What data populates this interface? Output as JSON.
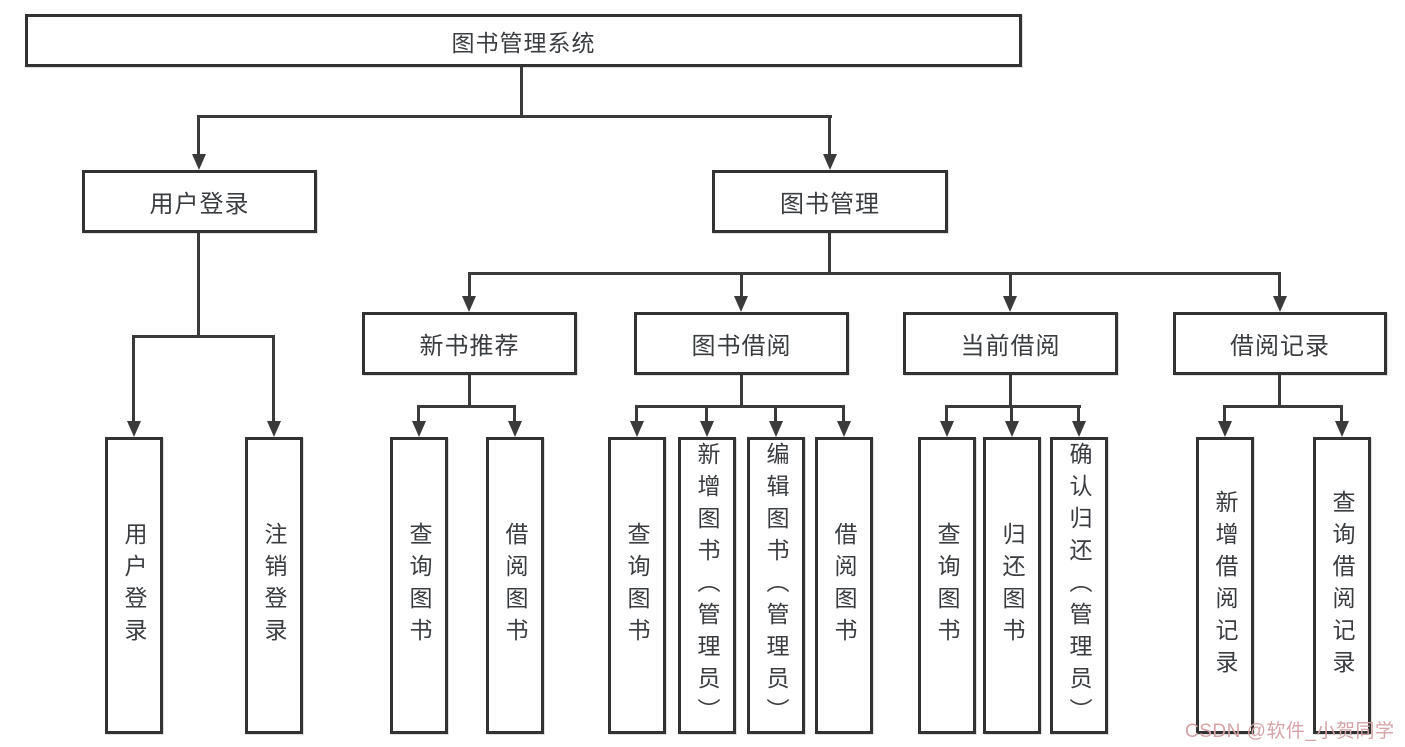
{
  "tree": {
    "root": "图书管理系统",
    "l2": [
      "用户登录",
      "图书管理"
    ],
    "l3": [
      "新书推荐",
      "图书借阅",
      "当前借阅",
      "借阅记录"
    ],
    "leaves": {
      "login": [
        "用户登录",
        "注销登录"
      ],
      "recommend": [
        "查询图书",
        "借阅图书"
      ],
      "borrow": [
        "查询图书",
        "新增图书（管理员）",
        "编辑图书（管理员）",
        "借阅图书"
      ],
      "current": [
        "查询图书",
        "归还图书",
        "确认归还（管理员）"
      ],
      "records": [
        "新增借阅记录",
        "查询借阅记录"
      ]
    }
  },
  "watermark": "CSDN @软件_小贺同学",
  "colors": {
    "line": "#3a3a3a",
    "box_border": "#323232",
    "box_fill": "#ffffff",
    "text": "#3a3d40",
    "watermark": "#d6a3a6"
  }
}
